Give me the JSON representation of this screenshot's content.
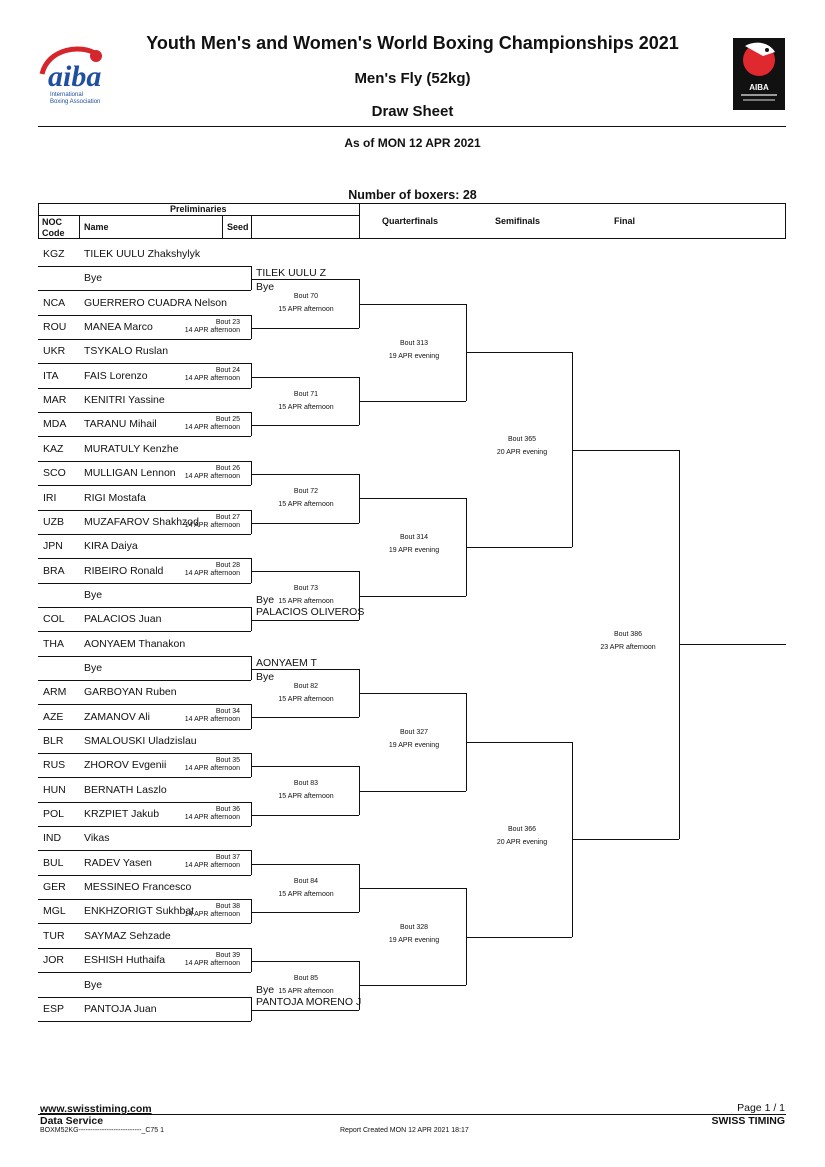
{
  "header": {
    "title": "Youth Men's and Women's World Boxing Championships 2021",
    "event": "Men's Fly (52kg)",
    "sheet": "Draw Sheet",
    "as_of": "As of MON 12 APR 2021",
    "logo_left_text": "aiba",
    "logo_left_sub1": "International",
    "logo_left_sub2": "Boxing Association",
    "logo_right_text": "AIBA"
  },
  "summary": {
    "boxer_count": "Number of boxers: 28"
  },
  "table_header": {
    "preliminaries": "Preliminaries",
    "noc_code_1": "NOC",
    "noc_code_2": "Code",
    "name": "Name",
    "seed": "Seed",
    "quarterfinals": "Quarterfinals",
    "semifinals": "Semifinals",
    "final": "Final"
  },
  "entries": [
    {
      "noc": "KGZ",
      "name": "TILEK UULU Zhakshylyk"
    },
    {
      "noc": "",
      "name": "Bye"
    },
    {
      "noc": "NCA",
      "name": "GUERRERO CUADRA Nelson"
    },
    {
      "noc": "ROU",
      "name": "MANEA Marco"
    },
    {
      "noc": "UKR",
      "name": "TSYKALO Ruslan"
    },
    {
      "noc": "ITA",
      "name": "FAIS Lorenzo"
    },
    {
      "noc": "MAR",
      "name": "KENITRI Yassine"
    },
    {
      "noc": "MDA",
      "name": "TARANU Mihail"
    },
    {
      "noc": "KAZ",
      "name": "MURATULY Kenzhe"
    },
    {
      "noc": "SCO",
      "name": "MULLIGAN Lennon"
    },
    {
      "noc": "IRI",
      "name": "RIGI Mostafa"
    },
    {
      "noc": "UZB",
      "name": "MUZAFAROV Shakhzod"
    },
    {
      "noc": "JPN",
      "name": "KIRA Daiya"
    },
    {
      "noc": "BRA",
      "name": "RIBEIRO Ronald"
    },
    {
      "noc": "",
      "name": "Bye"
    },
    {
      "noc": "COL",
      "name": "PALACIOS Juan"
    },
    {
      "noc": "THA",
      "name": "AONYAEM Thanakon"
    },
    {
      "noc": "",
      "name": "Bye"
    },
    {
      "noc": "ARM",
      "name": "GARBOYAN Ruben"
    },
    {
      "noc": "AZE",
      "name": "ZAMANOV Ali"
    },
    {
      "noc": "BLR",
      "name": "SMALOUSKI Uladzislau"
    },
    {
      "noc": "RUS",
      "name": "ZHOROV Evgenii"
    },
    {
      "noc": "HUN",
      "name": "BERNATH Laszlo"
    },
    {
      "noc": "POL",
      "name": "KRZPIET Jakub"
    },
    {
      "noc": "IND",
      "name": "Vikas"
    },
    {
      "noc": "BUL",
      "name": "RADEV Yasen"
    },
    {
      "noc": "GER",
      "name": "MESSINEO Francesco"
    },
    {
      "noc": "MGL",
      "name": "ENKHZORIGT Sukhbat"
    },
    {
      "noc": "TUR",
      "name": "SAYMAZ Sehzade"
    },
    {
      "noc": "JOR",
      "name": "ESHISH Huthaifa"
    },
    {
      "noc": "",
      "name": "Bye"
    },
    {
      "noc": "ESP",
      "name": "PANTOJA Juan"
    }
  ],
  "prelim_bouts": [
    {
      "pair": 1,
      "bout": "Bout 23",
      "time": "14 APR afternoon"
    },
    {
      "pair": 2,
      "bout": "Bout 24",
      "time": "14 APR afternoon"
    },
    {
      "pair": 3,
      "bout": "Bout 25",
      "time": "14 APR afternoon"
    },
    {
      "pair": 4,
      "bout": "Bout 26",
      "time": "14 APR afternoon"
    },
    {
      "pair": 5,
      "bout": "Bout 27",
      "time": "14 APR afternoon"
    },
    {
      "pair": 6,
      "bout": "Bout 28",
      "time": "14 APR afternoon"
    },
    {
      "pair": 9,
      "bout": "Bout 34",
      "time": "14 APR afternoon"
    },
    {
      "pair": 10,
      "bout": "Bout 35",
      "time": "14 APR afternoon"
    },
    {
      "pair": 11,
      "bout": "Bout 36",
      "time": "14 APR afternoon"
    },
    {
      "pair": 12,
      "bout": "Bout 37",
      "time": "14 APR afternoon"
    },
    {
      "pair": 13,
      "bout": "Bout 38",
      "time": "14 APR afternoon"
    },
    {
      "pair": 14,
      "bout": "Bout 39",
      "time": "14 APR afternoon"
    }
  ],
  "r2_slots": [
    {
      "slot": 0,
      "text": "TILEK UULU Z",
      "extra": "Bye"
    },
    {
      "slot": 7,
      "text": "PALACIOS OLIVEROS",
      "extra": "Bye"
    },
    {
      "slot": 8,
      "text": "AONYAEM T",
      "extra": "Bye"
    },
    {
      "slot": 15,
      "text": "PANTOJA MORENO J",
      "extra": "Bye"
    }
  ],
  "r2_bouts": [
    {
      "bout": "Bout 70",
      "time": "15 APR afternoon"
    },
    {
      "bout": "Bout 71",
      "time": "15 APR afternoon"
    },
    {
      "bout": "Bout 72",
      "time": "15 APR afternoon"
    },
    {
      "bout": "Bout 73",
      "time": "15 APR afternoon"
    },
    {
      "bout": "Bout 82",
      "time": "15 APR afternoon"
    },
    {
      "bout": "Bout 83",
      "time": "15 APR afternoon"
    },
    {
      "bout": "Bout 84",
      "time": "15 APR afternoon"
    },
    {
      "bout": "Bout 85",
      "time": "15 APR afternoon"
    }
  ],
  "qf_bouts": [
    {
      "bout": "Bout 313",
      "time": "19 APR evening"
    },
    {
      "bout": "Bout 314",
      "time": "19 APR evening"
    },
    {
      "bout": "Bout 327",
      "time": "19 APR evening"
    },
    {
      "bout": "Bout 328",
      "time": "19 APR evening"
    }
  ],
  "sf_bouts": [
    {
      "bout": "Bout 365",
      "time": "20 APR evening"
    },
    {
      "bout": "Bout 366",
      "time": "20 APR evening"
    }
  ],
  "final_bout": {
    "bout": "Bout 386",
    "time": "23 APR afternoon"
  },
  "footer": {
    "website": "www.swisstiming.com",
    "service": "Data Service",
    "code": "BOXM52KG---------------------------_C75 1",
    "report": "Report Created  MON 12 APR 2021 18:17",
    "page": "Page 1 / 1",
    "brand": "SWISS TIMING"
  }
}
